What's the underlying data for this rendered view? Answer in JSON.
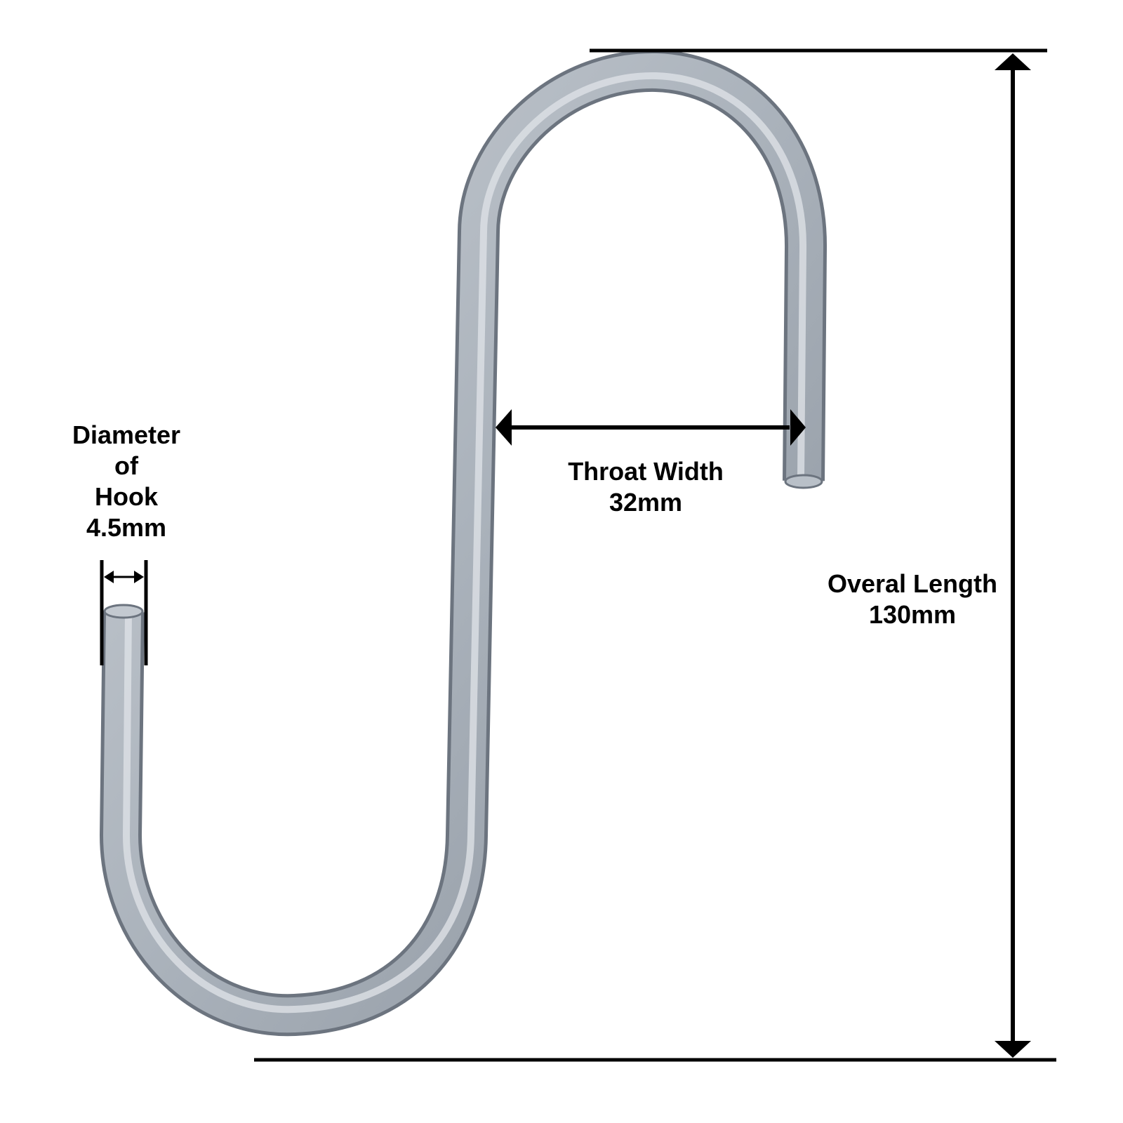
{
  "product": "S hook",
  "colors": {
    "background": "#ffffff",
    "dimension_lines": "#000000",
    "text": "#000000",
    "metal_light": "#d9dde2",
    "metal_mid": "#a6aeb8",
    "metal_dark": "#6c747f"
  },
  "dimensions": {
    "diameter": {
      "line1": "Diameter",
      "line2": "of",
      "line3": "Hook",
      "value": "4.5mm"
    },
    "throat": {
      "line1": "Throat Width",
      "value": "32mm"
    },
    "length": {
      "line1": "Overal Length",
      "value": "130mm"
    }
  }
}
